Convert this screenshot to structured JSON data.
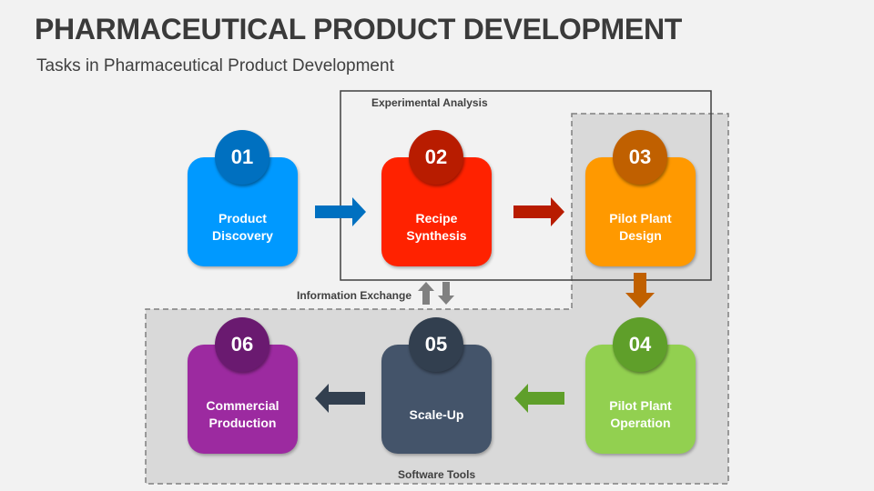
{
  "title": "PHARMACEUTICAL PRODUCT DEVELOPMENT",
  "subtitle": "Tasks in Pharmaceutical Product Development",
  "groups": {
    "experimental": "Experimental Analysis",
    "info": "Information Exchange",
    "software": "Software Tools"
  },
  "steps": [
    {
      "num": "01",
      "label": "Product\nDiscovery",
      "color": "#0099ff",
      "dark": "#0070c0"
    },
    {
      "num": "02",
      "label": "Recipe\nSynthesis",
      "color": "#ff2200",
      "dark": "#b81c00"
    },
    {
      "num": "03",
      "label": "Pilot Plant\nDesign",
      "color": "#ff9900",
      "dark": "#c06000"
    },
    {
      "num": "04",
      "label": "Pilot Plant\nOperation",
      "color": "#92d050",
      "dark": "#5f9f2a"
    },
    {
      "num": "05",
      "label": "Scale-Up",
      "color": "#44546a",
      "dark": "#323f4f"
    },
    {
      "num": "06",
      "label": "Commercial\nProduction",
      "color": "#9c2aa0",
      "dark": "#6a1a70"
    }
  ]
}
